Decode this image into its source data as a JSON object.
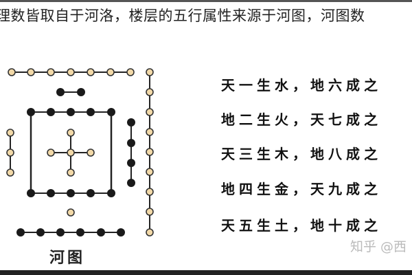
{
  "caption": "理数皆取自于河洛，楼层的五行属性来源于河图，河图数",
  "diagram": {
    "label": "河图",
    "colors": {
      "white_dot": "#f2d9a8",
      "black_dot": "#1a1a1a",
      "line": "#222222"
    }
  },
  "rules": [
    "天一生水，地六成之",
    "地二生火，天七成之",
    "天三生木，地八成之",
    "地四生金，天九成之",
    "天五生土，地十成之"
  ],
  "watermark": "知乎 @西"
}
